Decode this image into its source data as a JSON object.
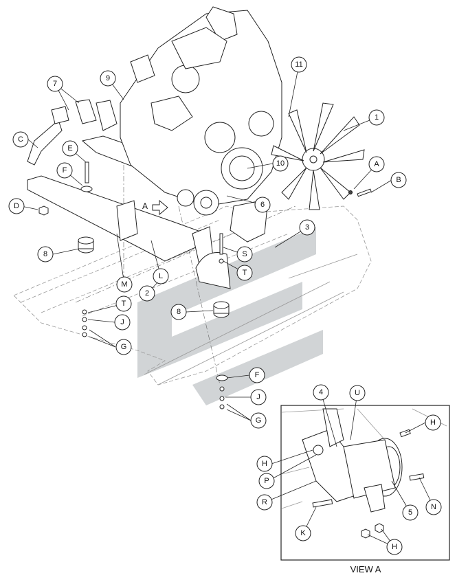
{
  "callouts": {
    "c1": "1",
    "c2": "2",
    "c3": "3",
    "c4": "4",
    "c5": "5",
    "c6": "6",
    "c7": "7",
    "c8a": "8",
    "c8b": "8",
    "c9": "9",
    "c10": "10",
    "c11": "11",
    "cA": "A",
    "cB": "B",
    "cC": "C",
    "cD": "D",
    "cE": "E",
    "cF1": "F",
    "cF2": "F",
    "cG1": "G",
    "cG2": "G",
    "cH1": "H",
    "cH2": "H",
    "cH3": "H",
    "cJ1": "J",
    "cJ2": "J",
    "cK": "K",
    "cL": "L",
    "cM": "M",
    "cN": "N",
    "cP": "P",
    "cR": "R",
    "cS": "S",
    "cT1": "T",
    "cT2": "T",
    "cU": "U"
  },
  "view_arrow_label": "A",
  "view_caption": "VIEW A",
  "colors": {
    "line": "#222222",
    "frame": "#999999",
    "watermark": "#c9cdcf"
  }
}
